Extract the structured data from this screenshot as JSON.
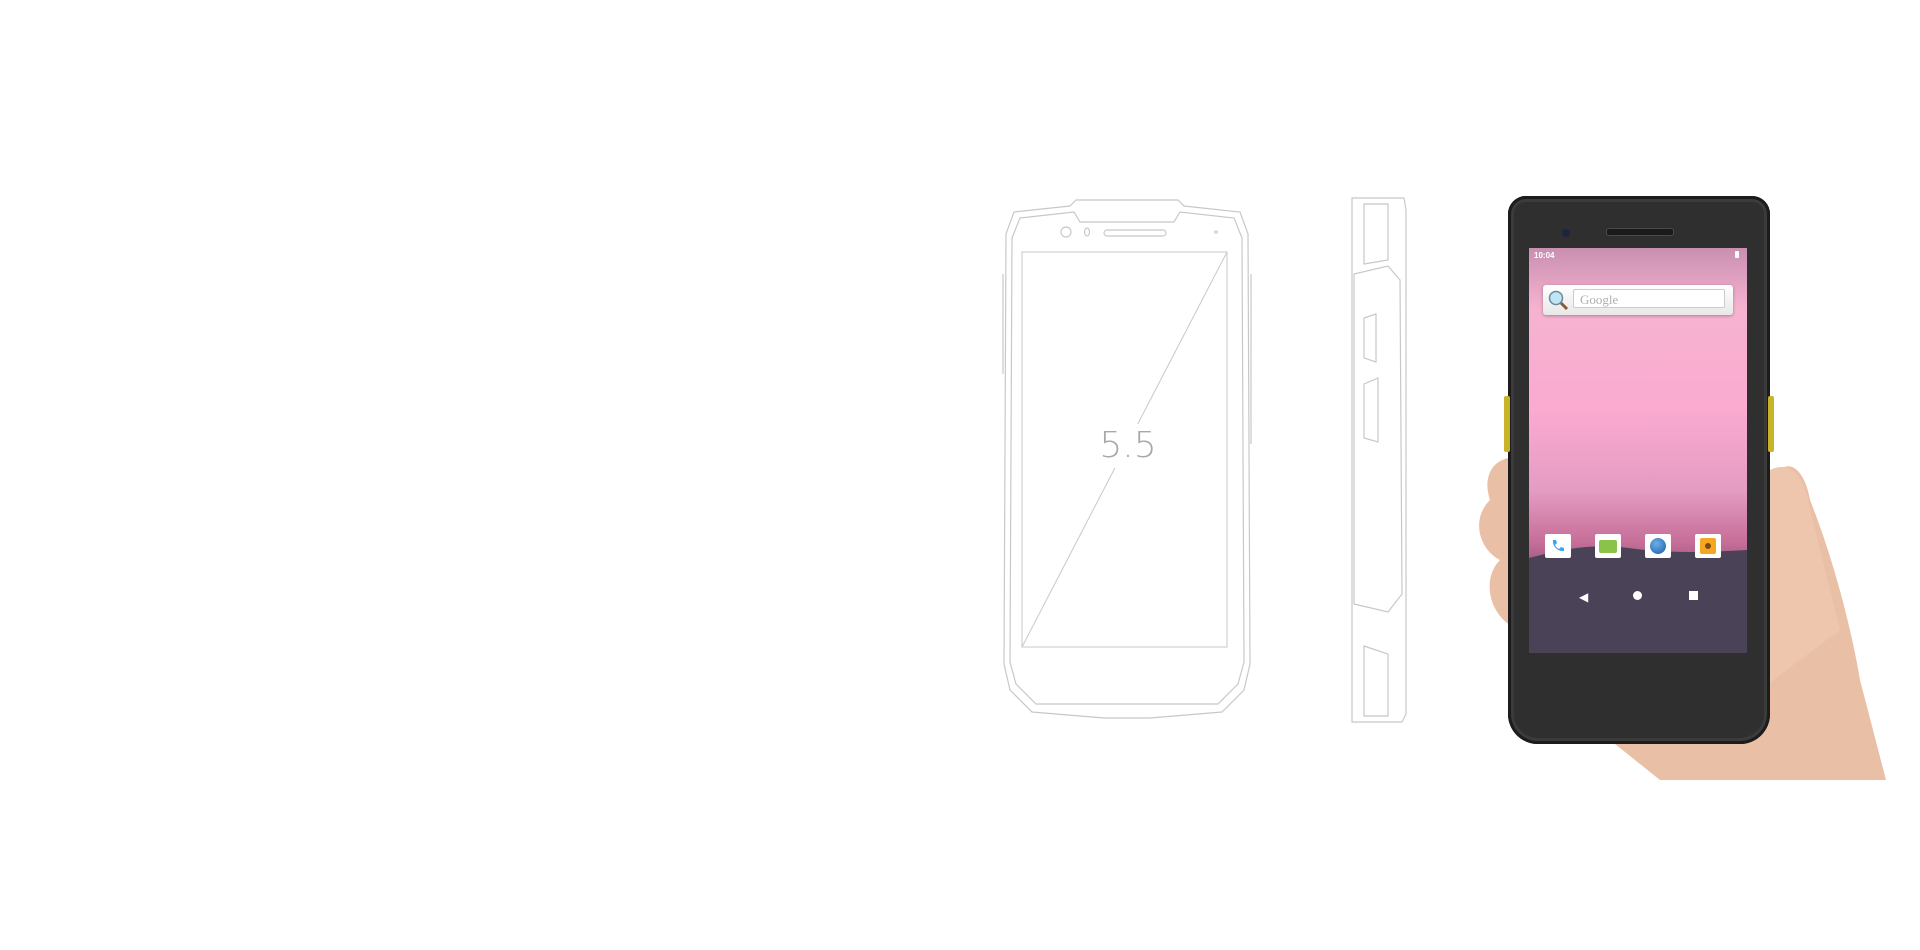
{
  "drawing": {
    "screen_size_label": "5.5"
  },
  "device": {
    "status_time": "10:04",
    "search_placeholder": "Google",
    "dock_apps": [
      "phone-icon",
      "messaging-icon",
      "browser-icon",
      "camera-icon"
    ],
    "nav_buttons": [
      "back",
      "home",
      "recents"
    ]
  },
  "colors": {
    "bezel": "#2f2f2f",
    "side_button": "#c8b42a",
    "outline": "#c8c8c8"
  }
}
